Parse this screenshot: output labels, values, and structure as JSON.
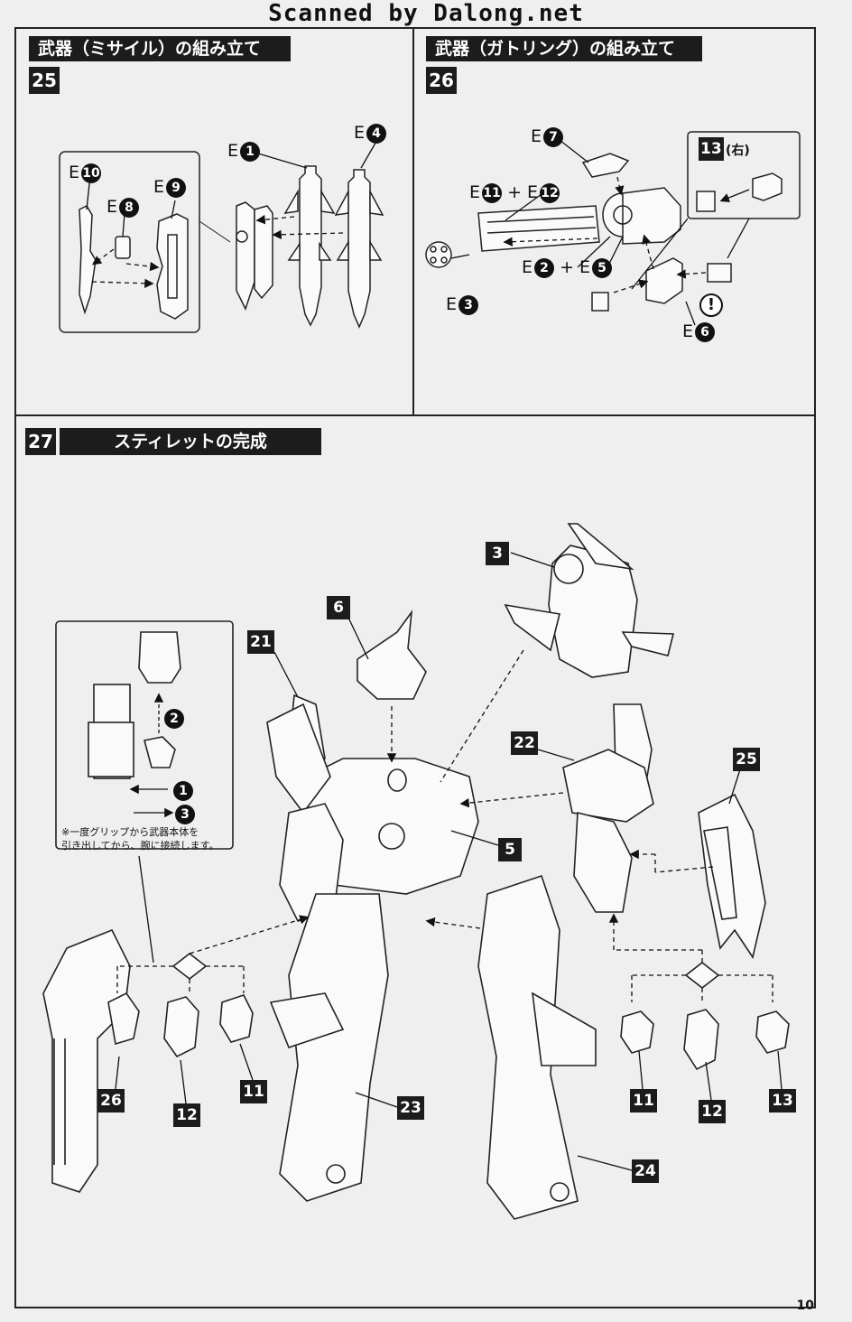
{
  "watermark": "Scanned by Dalong.net",
  "page_number": "10",
  "step25": {
    "number": "25",
    "title": "武器（ミサイル）の組み立て",
    "parts": [
      {
        "prefix": "E",
        "num": "1"
      },
      {
        "prefix": "E",
        "num": "4"
      },
      {
        "prefix": "E",
        "num": "10"
      },
      {
        "prefix": "E",
        "num": "8"
      },
      {
        "prefix": "E",
        "num": "9"
      }
    ]
  },
  "step26": {
    "number": "26",
    "title": "武器（ガトリング）の組み立て",
    "parts": {
      "e7": {
        "prefix": "E",
        "num": "7"
      },
      "e11": {
        "prefix": "E",
        "num": "11"
      },
      "plus1": "+",
      "e12": {
        "prefix": "E",
        "num": "12"
      },
      "e2": {
        "prefix": "E",
        "num": "2"
      },
      "plus2": "+",
      "e5": {
        "prefix": "E",
        "num": "5"
      },
      "e3": {
        "prefix": "E",
        "num": "3"
      },
      "e6": {
        "prefix": "E",
        "num": "6"
      }
    },
    "inset_label": "13",
    "inset_side": "(右)",
    "caution": "!"
  },
  "step27": {
    "number": "27",
    "title": "スティレットの完成",
    "labels": {
      "l3": "3",
      "l6": "6",
      "l21": "21",
      "l22": "22",
      "l25": "25",
      "l5": "5",
      "l23": "23",
      "l24": "24",
      "l26": "26",
      "l12a": "12",
      "l11a": "11",
      "l11b": "11",
      "l12b": "12",
      "l13": "13"
    },
    "inset_steps": [
      "2",
      "1",
      "3"
    ],
    "inset_note": "※一度グリップから武器本体を\n引き出してから、腕に接続します。"
  }
}
